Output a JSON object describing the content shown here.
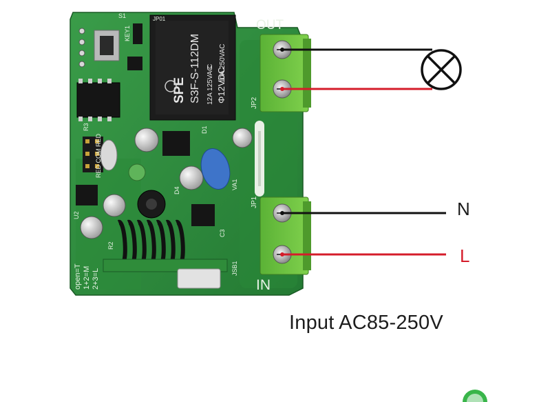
{
  "caption": "Input AC85-250V",
  "terminals": {
    "out_label": "OUT",
    "in_label": "IN",
    "jp2": "JP2",
    "jp1": "JP1"
  },
  "wires": {
    "neutral_label": "N",
    "live_label": "L"
  },
  "relay": {
    "brand": "SPE",
    "model": "S3F-S-112DM",
    "rating_1": "12A 125VAC",
    "rating_2": "10A 250VAC",
    "rating_3": "10A 250VAC",
    "coil": "Φ12VDC",
    "pin_c": "C"
  },
  "silkscreen": {
    "open_t": "open=T",
    "mode_m": "1+2=M",
    "mode_l": "2+3=L",
    "led_labels": "RED COM RED",
    "key": "KEY1",
    "s1": "S1",
    "u2": "U2",
    "jsb1": "JSB1",
    "c3": "C3",
    "d4": "D4",
    "r2": "R2",
    "r3": "R3",
    "d1": "D1",
    "va1": "VA1",
    "jp01": "JP01"
  },
  "colors": {
    "pcb": "#2e8f3f",
    "pcb_dark": "#1f6e2d",
    "terminal": "#6cc040",
    "wire_black": "#111111",
    "wire_red": "#d51c2a",
    "relay": "#1c1c1c"
  },
  "icons": {
    "lamp": "lamp-icon",
    "corner": "green-circle-icon"
  }
}
